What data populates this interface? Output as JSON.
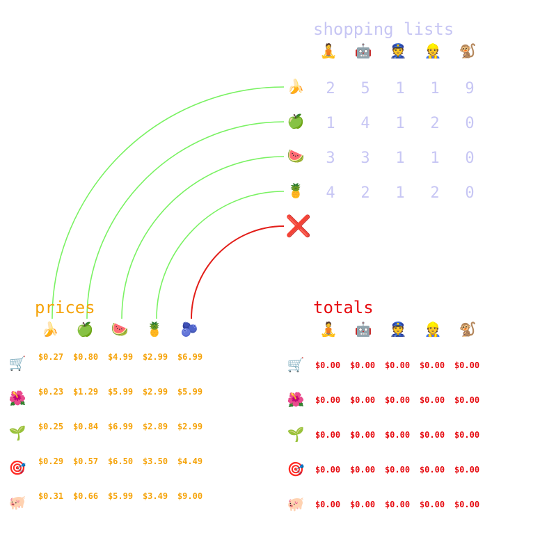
{
  "colors": {
    "shopping": "#c7c6f4",
    "prices": "#f5a30a",
    "totals": "#e60b10",
    "arc_match": "#7af263",
    "arc_missing": "#e21d18"
  },
  "shopping_lists": {
    "title": "shopping lists",
    "people": [
      "🧘",
      "🤖",
      "👮",
      "👷",
      "🐒"
    ],
    "fruits": [
      "🍌",
      "🍏",
      "🍉",
      "🍍"
    ],
    "quantities": [
      [
        "2",
        "5",
        "1",
        "1",
        "9"
      ],
      [
        "1",
        "4",
        "1",
        "2",
        "0"
      ],
      [
        "3",
        "3",
        "1",
        "1",
        "0"
      ],
      [
        "4",
        "2",
        "1",
        "2",
        "0"
      ]
    ],
    "missing_marker": "❌"
  },
  "prices": {
    "title": "prices",
    "fruits": [
      "🍌",
      "🍏",
      "🍉",
      "🍍",
      "🫐"
    ],
    "stores": [
      "🛒",
      "🌺",
      "🌱",
      "🎯",
      "🐖"
    ],
    "values": [
      [
        "$0.27",
        "$0.80",
        "$4.99",
        "$2.99",
        "$6.99"
      ],
      [
        "$0.23",
        "$1.29",
        "$5.99",
        "$2.99",
        "$5.99"
      ],
      [
        "$0.25",
        "$0.84",
        "$6.99",
        "$2.89",
        "$2.99"
      ],
      [
        "$0.29",
        "$0.57",
        "$6.50",
        "$3.50",
        "$4.49"
      ],
      [
        "$0.31",
        "$0.66",
        "$5.99",
        "$3.49",
        "$9.00"
      ]
    ]
  },
  "totals": {
    "title": "totals",
    "people": [
      "🧘",
      "🤖",
      "👮",
      "👷",
      "🐒"
    ],
    "stores": [
      "🛒",
      "🌺",
      "🌱",
      "🎯",
      "🐖"
    ],
    "values": [
      [
        "$0.00",
        "$0.00",
        "$0.00",
        "$0.00",
        "$0.00"
      ],
      [
        "$0.00",
        "$0.00",
        "$0.00",
        "$0.00",
        "$0.00"
      ],
      [
        "$0.00",
        "$0.00",
        "$0.00",
        "$0.00",
        "$0.00"
      ],
      [
        "$0.00",
        "$0.00",
        "$0.00",
        "$0.00",
        "$0.00"
      ],
      [
        "$0.00",
        "$0.00",
        "$0.00",
        "$0.00",
        "$0.00"
      ]
    ]
  }
}
